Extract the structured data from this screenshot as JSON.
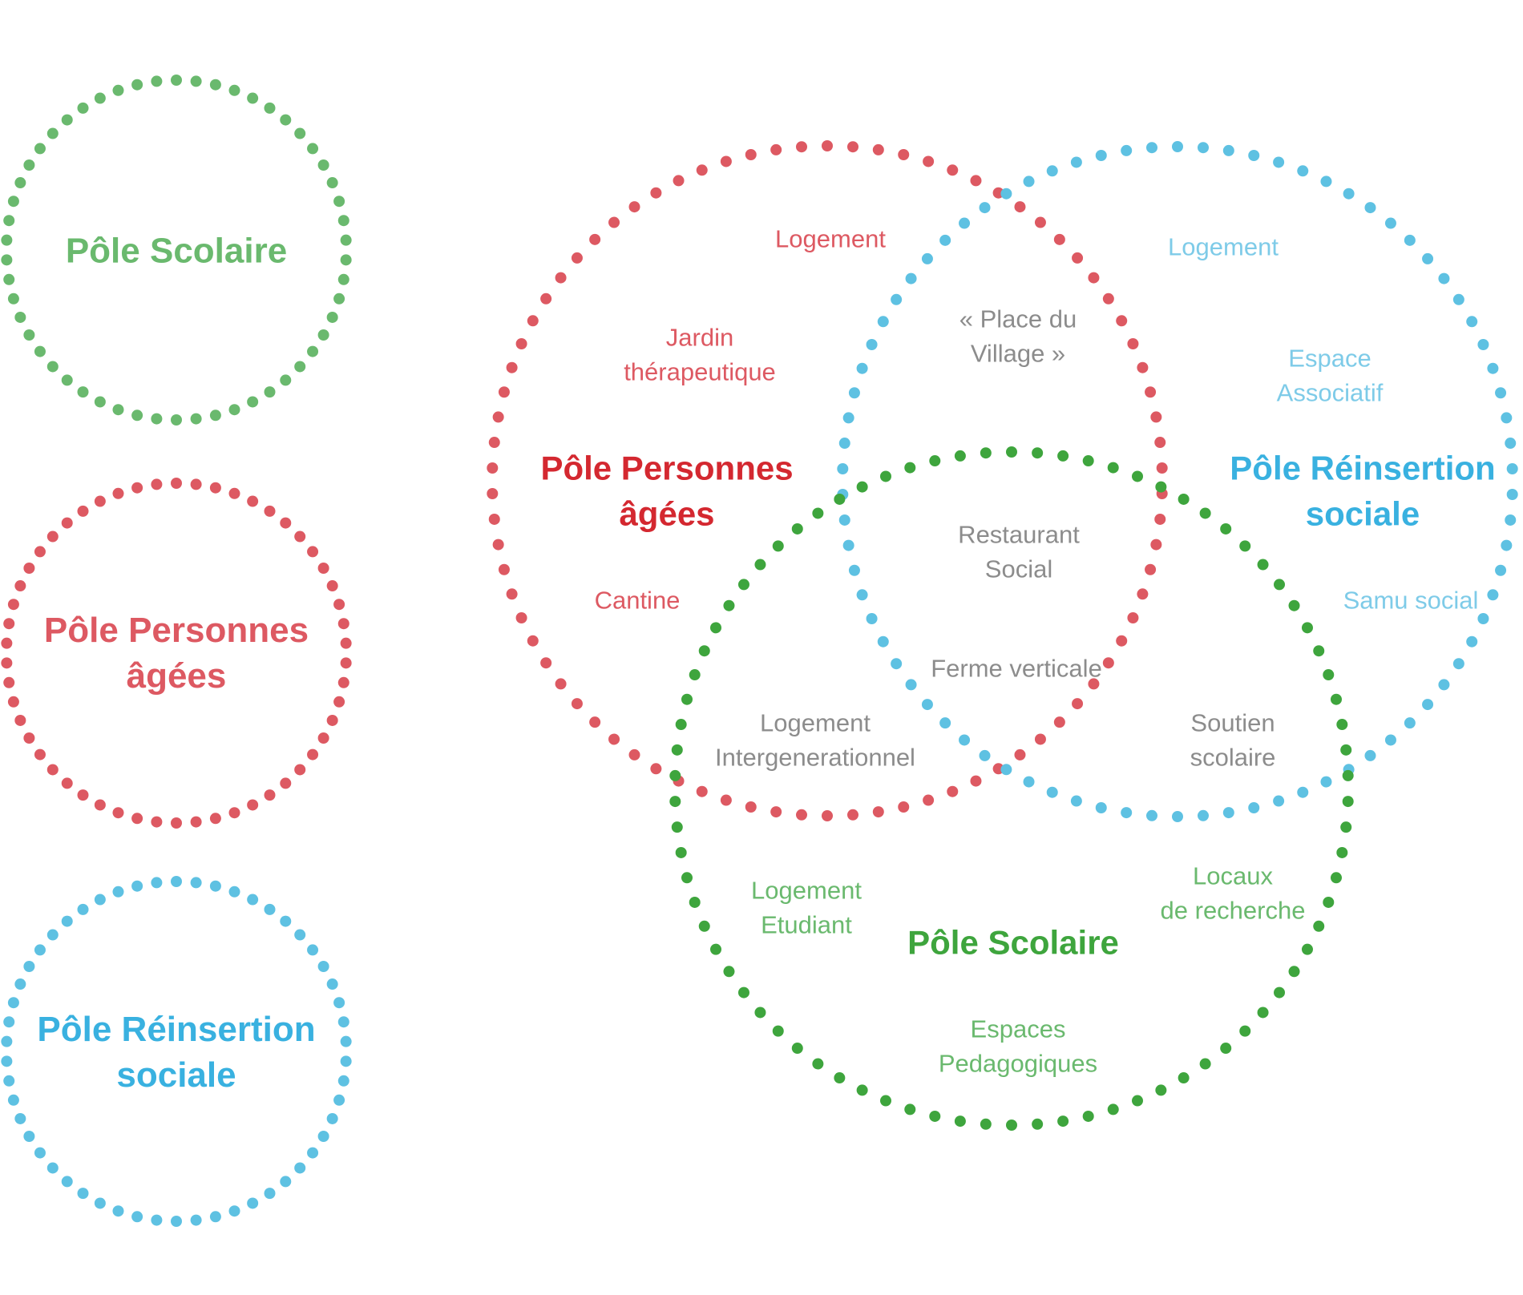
{
  "colors": {
    "scolaire_dots": "#6ab96e",
    "scolaire_dots_venn": "#3ea53d",
    "scolaire_title_legend": "#6ab96e",
    "scolaire_title_venn": "#3ea53d",
    "scolaire_text": "#6ab96e",
    "personnes_dots": "#dd5962",
    "personnes_title_legend": "#dd5962",
    "personnes_title_venn": "#d42830",
    "personnes_text": "#dd5962",
    "reinsertion_dots": "#5ec1e2",
    "reinsertion_title": "#39b1e0",
    "reinsertion_text": "#7ecbe8",
    "shared_text": "#8c8c8c"
  },
  "legend": {
    "scolaire": "Pôle Scolaire",
    "personnes": [
      "Pôle Personnes",
      "âgées"
    ],
    "reinsertion": [
      "Pôle Réinsertion",
      "sociale"
    ]
  },
  "venn": {
    "personnes": {
      "title": [
        "Pôle Personnes",
        "âgées"
      ],
      "logement": "Logement",
      "jardin": [
        "Jardin",
        "thérapeutique"
      ],
      "cantine": "Cantine"
    },
    "reinsertion": {
      "title": [
        "Pôle Réinsertion",
        "sociale"
      ],
      "logement": "Logement",
      "espace": [
        "Espace",
        "Associatif"
      ],
      "samu": "Samu social"
    },
    "scolaire": {
      "title": "Pôle Scolaire",
      "logement_etudiant": [
        "Logement",
        "Etudiant"
      ],
      "locaux": [
        "Locaux",
        "de recherche"
      ],
      "espaces": [
        "Espaces",
        "Pedagogiques"
      ]
    },
    "shared": {
      "place": [
        "« Place du",
        "Village »"
      ],
      "restaurant": [
        "Restaurant",
        "Social"
      ],
      "ferme": "Ferme verticale",
      "logement_inter": [
        "Logement",
        "Intergenerationnel"
      ],
      "soutien": [
        "Soutien",
        "scolaire"
      ]
    }
  }
}
